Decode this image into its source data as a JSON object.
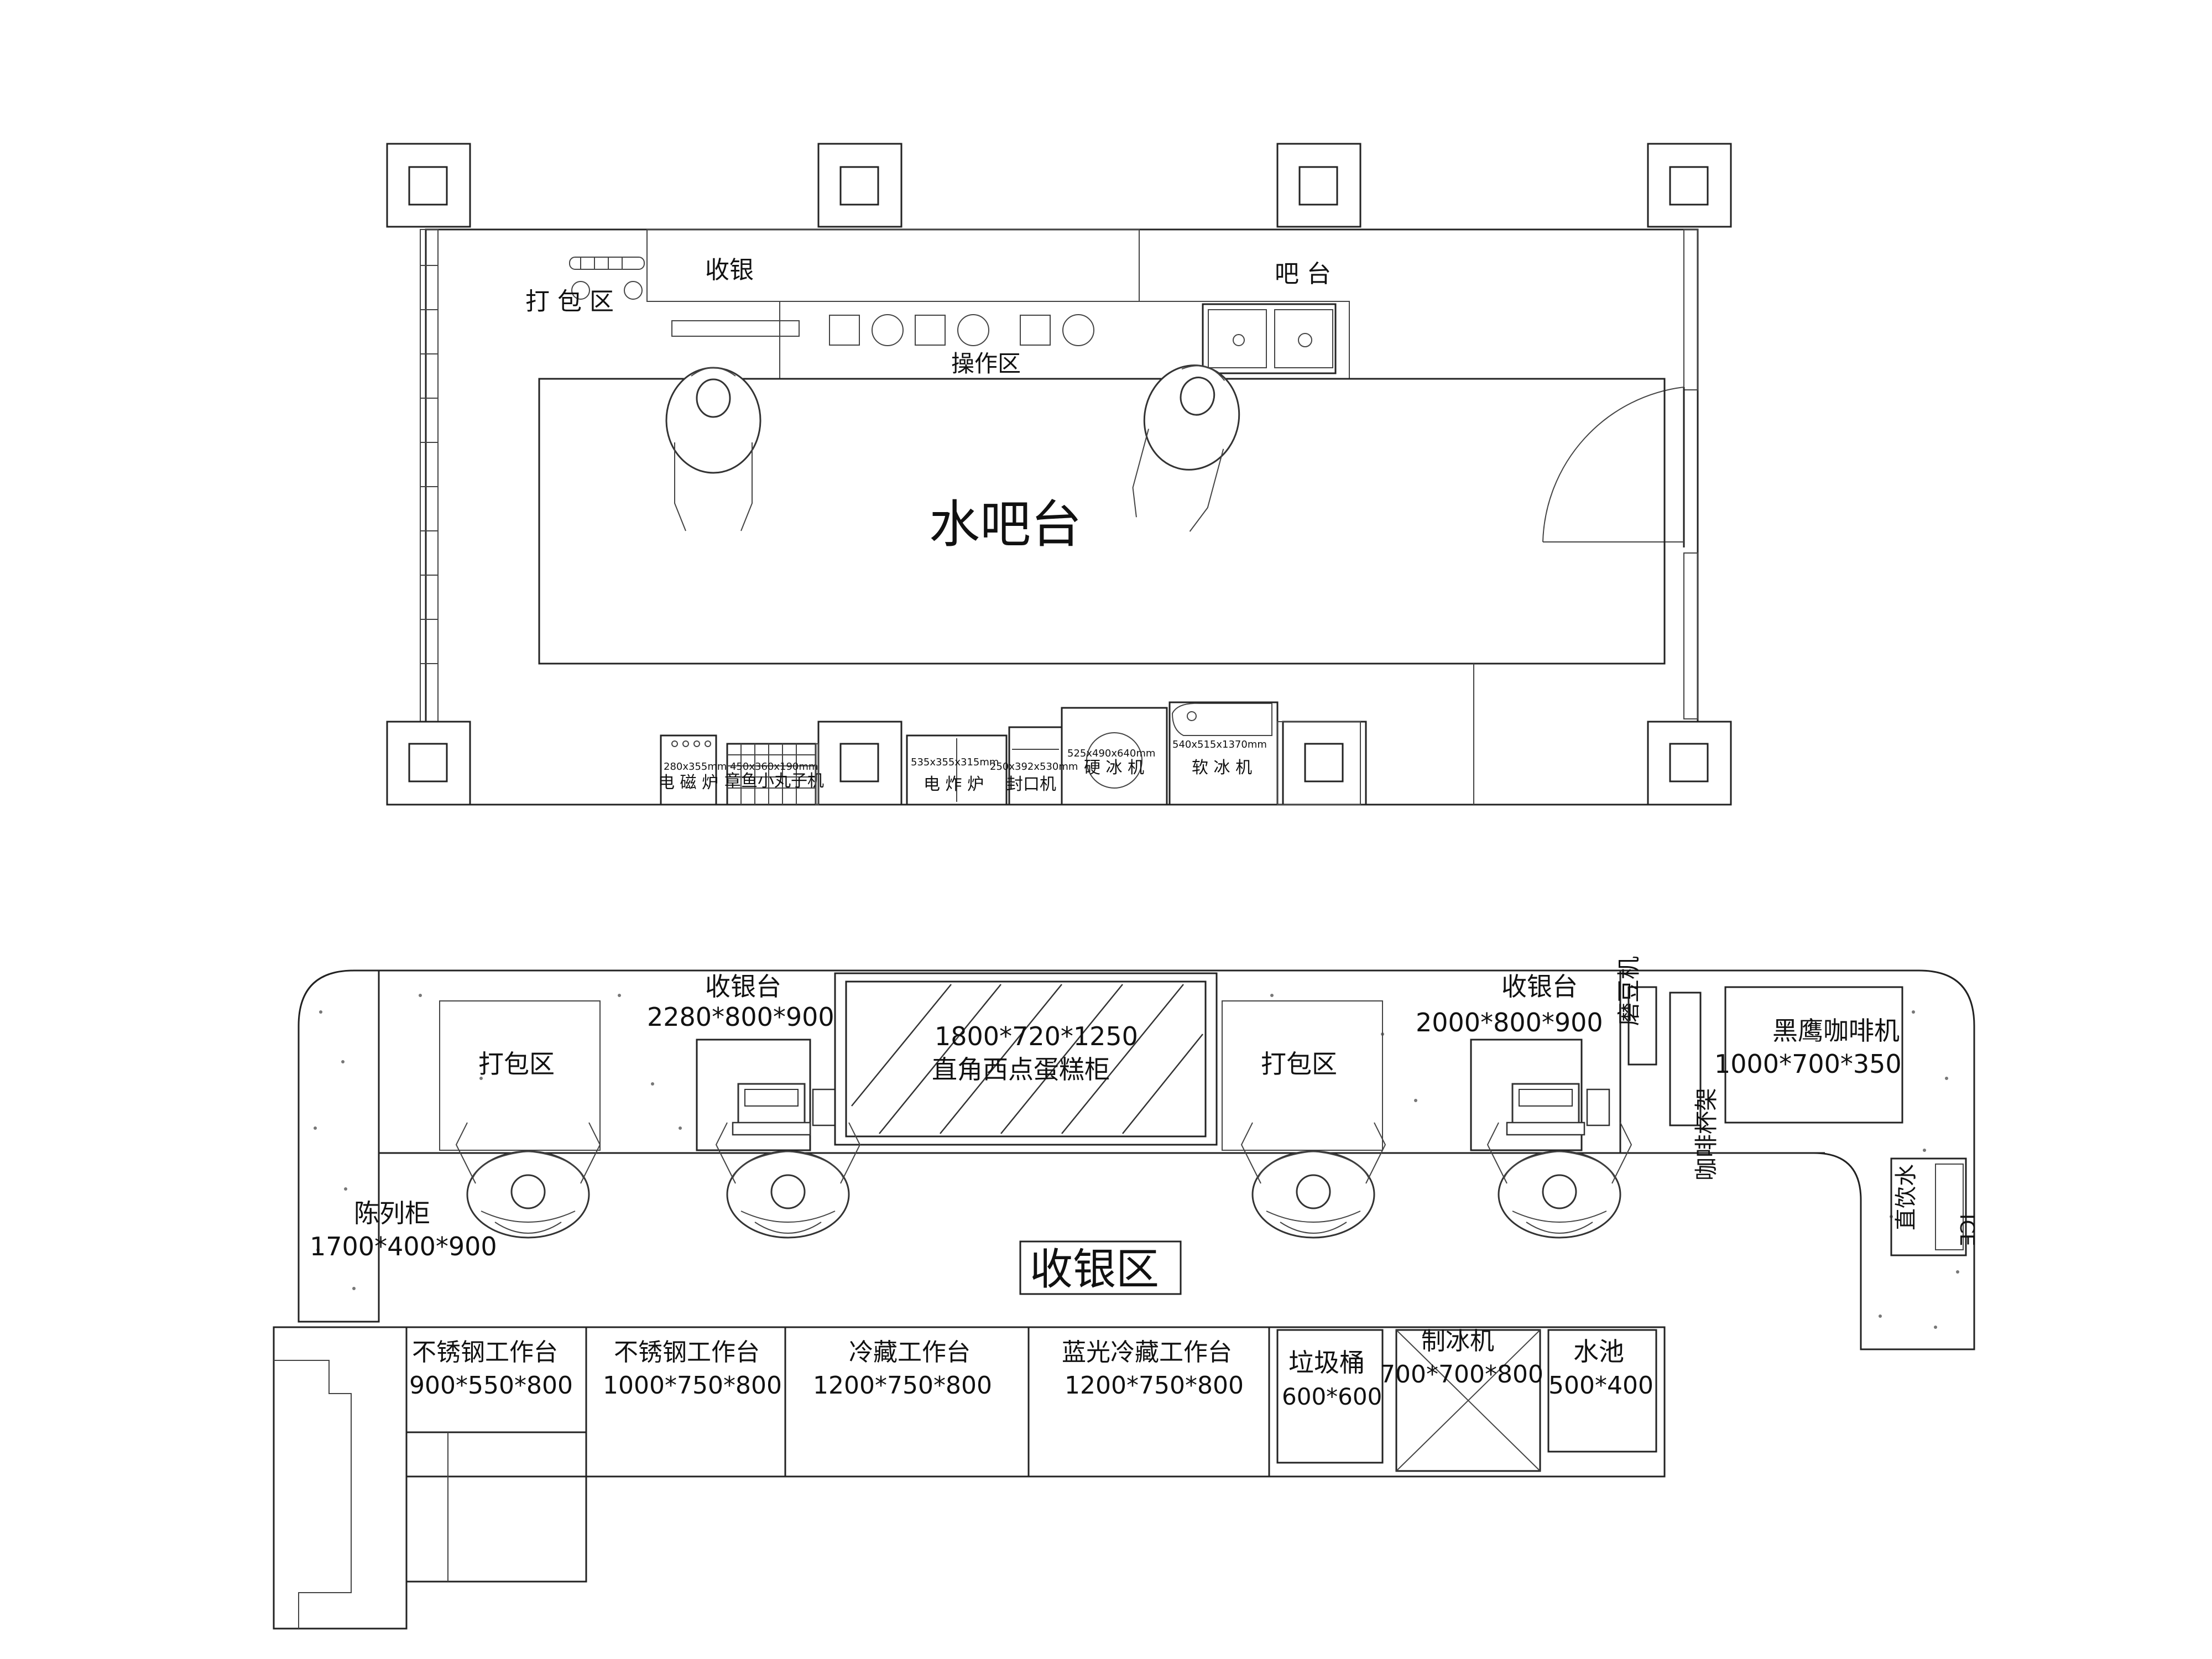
{
  "top_plan": {
    "title": "水吧台",
    "labels": {
      "cashier": "收银",
      "packing": "打 包 区",
      "bar": "吧 台",
      "operation": "操作区"
    },
    "equipment": [
      {
        "name": "电 磁 炉",
        "dims": "280x355mm"
      },
      {
        "name": "章鱼小丸子机",
        "dims": "450x360x190mm"
      },
      {
        "name": "电 炸 炉",
        "dims": "535x355x315mm"
      },
      {
        "name": "封口机",
        "dims": "250x392x530mm"
      },
      {
        "name": "硬 冰 机",
        "dims": "525x490x640mm"
      },
      {
        "name": "软 冰 机",
        "dims": "540x515x1370mm"
      }
    ]
  },
  "bottom_plan": {
    "title": "收银区",
    "counters": [
      {
        "name": "收银台",
        "dims": "2280*800*900"
      },
      {
        "name": "收银台",
        "dims": "2000*800*900"
      }
    ],
    "packing_areas": [
      "打包区",
      "打包区"
    ],
    "cake_cabinet": {
      "dims": "1800*720*1250",
      "name": "直角西点蛋糕柜"
    },
    "display_cabinet": {
      "name": "陈列柜",
      "dims": "1700*400*900"
    },
    "grinder": "磨豆机",
    "cup_rack": "咖啡杯架",
    "coffee_machine": {
      "name": "黑鹰咖啡机",
      "dims": "1000*700*350"
    },
    "water": "直饮水",
    "ice": "ICE",
    "work_tables": [
      {
        "name": "不锈钢工作台",
        "dims": "900*550*800"
      },
      {
        "name": "不锈钢工作台",
        "dims": "1000*750*800"
      },
      {
        "name": "冷藏工作台",
        "dims": "1200*750*800"
      },
      {
        "name": "蓝光冷藏工作台",
        "dims": "1200*750*800"
      }
    ],
    "trash": {
      "name": "垃圾桶",
      "dims": "600*600"
    },
    "ice_maker": {
      "name": "制冰机",
      "dims": "700*700*800"
    },
    "sink": {
      "name": "水池",
      "dims": "500*400"
    }
  }
}
